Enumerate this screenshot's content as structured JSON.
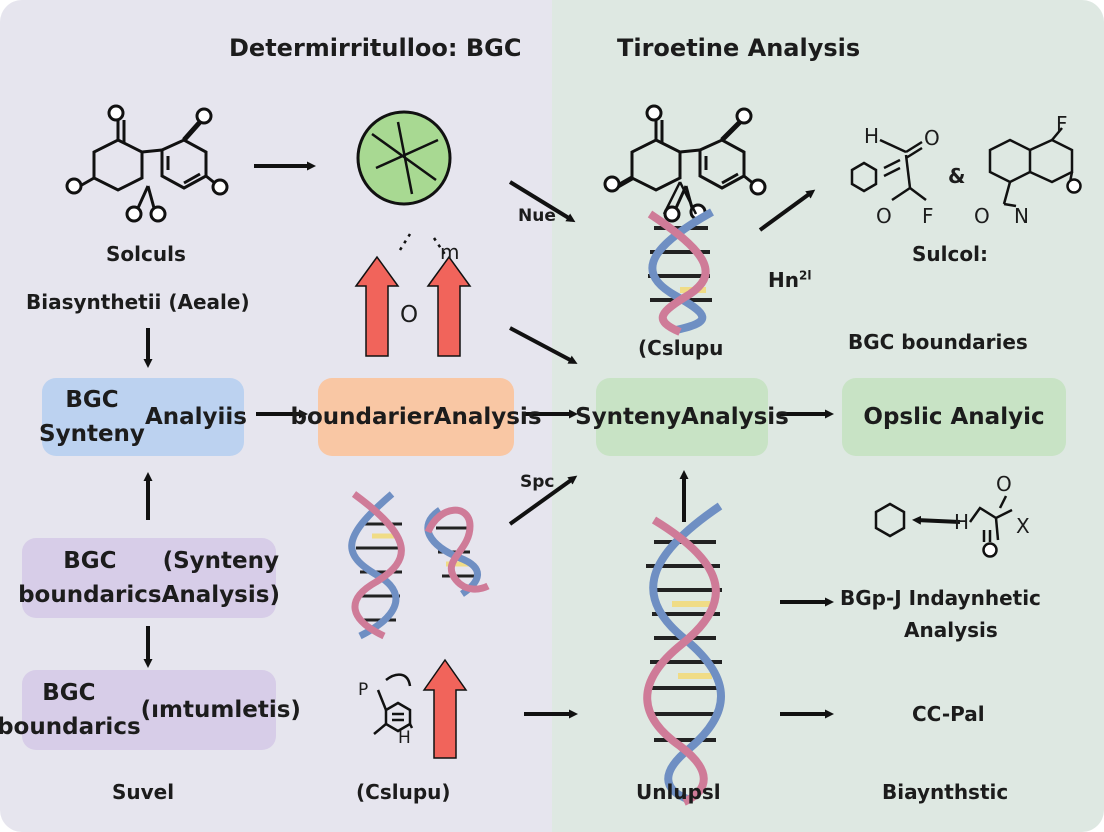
{
  "titles": {
    "left": "Determirritulloo: BGC",
    "right": "Tiroetine Analysis"
  },
  "labels": {
    "solculs": "Solculs",
    "biasynthetii": "Biasynthetii (Aeale)",
    "nue": "Nue",
    "o_mark": "O",
    "m_mark": "m",
    "hn": "Hn",
    "hn_sup": "2l",
    "sulcol": "Sulcol:",
    "cslupu_top": "(Cslupu",
    "bgc_boundaries": "BGC boundaries",
    "spc": "Spc",
    "bgp_line1": "BGp-J Indaynhetic",
    "bgp_line2": "Analysis",
    "ccpal": "CC-Pal",
    "suvel": "Suvel",
    "cslupu_bottom": "(Cslupu)",
    "unlupsl": "Unlupsl",
    "biaynthstic": "Biaynthstic",
    "amp": "&"
  },
  "atoms": {
    "h": "H",
    "o": "O",
    "f": "F",
    "n": "N",
    "p": "P",
    "x": "X"
  },
  "boxes": {
    "synteny_left": [
      "BGC Synteny",
      "Analyiis"
    ],
    "boundarier": [
      "boundarier",
      "Analysis"
    ],
    "synteny_mid": [
      "Synteny",
      "Analysis"
    ],
    "opslic": [
      "Opslic Analyic"
    ],
    "bgc_synteny_purple": [
      "BGC boundarics",
      "(Synteny Analysis)"
    ],
    "bgc_imumletis": [
      "BGC boundarics",
      "(ımtumletis)"
    ]
  },
  "colors": {
    "panel_left": "#e6e5ee",
    "panel_right": "#dee8e2",
    "box_blue": "#bcd2f0",
    "box_orange": "#f9c7a4",
    "box_green": "#c8e3c5",
    "box_purple": "#d7cde8",
    "arrow_red": "#f1645b",
    "dna_blue": "#6f8fc3",
    "dna_pink": "#cf7b98",
    "dna_yellow": "#f0dc86",
    "circle_green": "#a8d992"
  },
  "icons": [
    "molecule-icon",
    "dna-helix-icon",
    "red-up-arrow-icon",
    "crossed-circle-icon",
    "flow-arrow-icon"
  ]
}
